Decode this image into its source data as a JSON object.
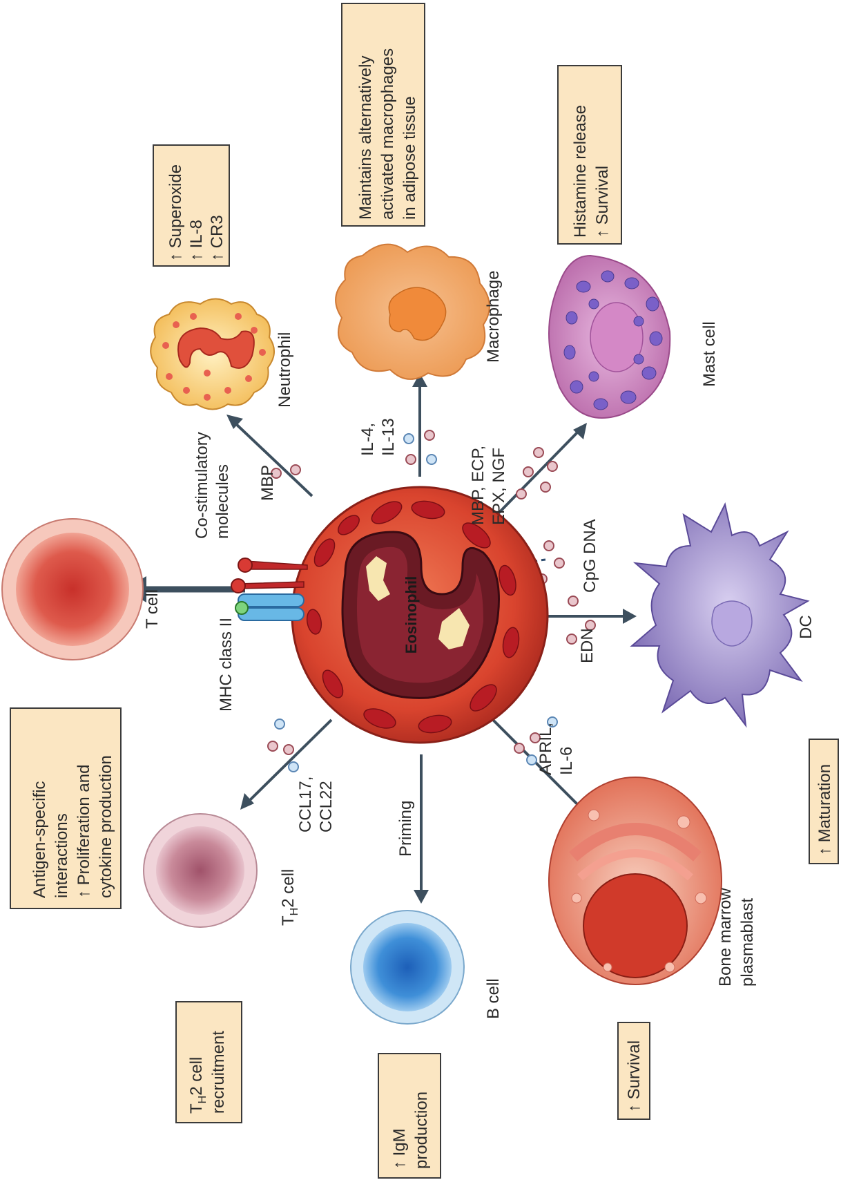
{
  "center_cell": {
    "label": "Eosinophil"
  },
  "targets": {
    "t_cell": {
      "name": "T cell",
      "mediator_lines": [
        "MHC class II"
      ],
      "mediator2_lines": [
        "Co-stimulatory",
        "molecules"
      ],
      "effect_lines": [
        "Antigen-specific",
        "interactions",
        "↑ Proliferation and",
        "cytokine production"
      ]
    },
    "neutrophil": {
      "name": "Neutrophil",
      "mediator_lines": [
        "MBP"
      ],
      "effect_lines": [
        "↑ Superoxide",
        "↑ IL-8",
        "↑ CR3"
      ]
    },
    "macrophage": {
      "name": "Macrophage",
      "mediator_lines": [
        "IL-4,",
        "IL-13"
      ],
      "effect_lines": [
        "Maintains alternatively",
        "activated macrophages",
        "in adipose tissue"
      ]
    },
    "mast_cell": {
      "name": "Mast cell",
      "mediator_lines": [
        "MBP, ECP,",
        "EPX, NGF"
      ],
      "effect_lines": [
        "Histamine release",
        "↑ Survival"
      ]
    },
    "dc": {
      "name": "DC",
      "mediator_lines": [
        "EDN"
      ],
      "mediator2_lines": [
        "CpG DNA"
      ],
      "effect_lines": [
        "↑ Maturation"
      ]
    },
    "plasmablast": {
      "name_lines": [
        "Bone marrow",
        "plasmablast"
      ],
      "mediator_lines": [
        "APRIL,",
        "IL-6"
      ],
      "effect_lines": [
        "↑ Survival"
      ]
    },
    "b_cell": {
      "name": "B cell",
      "mediator_lines": [
        "Priming"
      ],
      "effect_lines": [
        "↑ IgM",
        "production"
      ]
    },
    "th2_cell": {
      "name_main": "T",
      "name_sub": "H",
      "name_rest": "2 cell",
      "mediator_lines": [
        "CCL17,",
        "CCL22"
      ],
      "effect_main": "T",
      "effect_sub": "H",
      "effect_rest": "2 cell",
      "effect_line2": "recruitment"
    }
  },
  "colors": {
    "eosinophil_body": "#d9442e",
    "eosinophil_nucleus": "#6a1a24",
    "granule_red": "#b81c24",
    "effect_box_fill": "#fbe6c2",
    "arrow": "#3d4f5e",
    "neutrophil": "#f6c46a",
    "macrophage": "#f4a866",
    "mast_cell": "#c77ab8",
    "dc": "#8f7fc0",
    "t_cell": "#d65a52",
    "b_cell": "#3f8fd8",
    "th2_cell": "#c98a9a",
    "plasmablast": "#d9503f"
  }
}
